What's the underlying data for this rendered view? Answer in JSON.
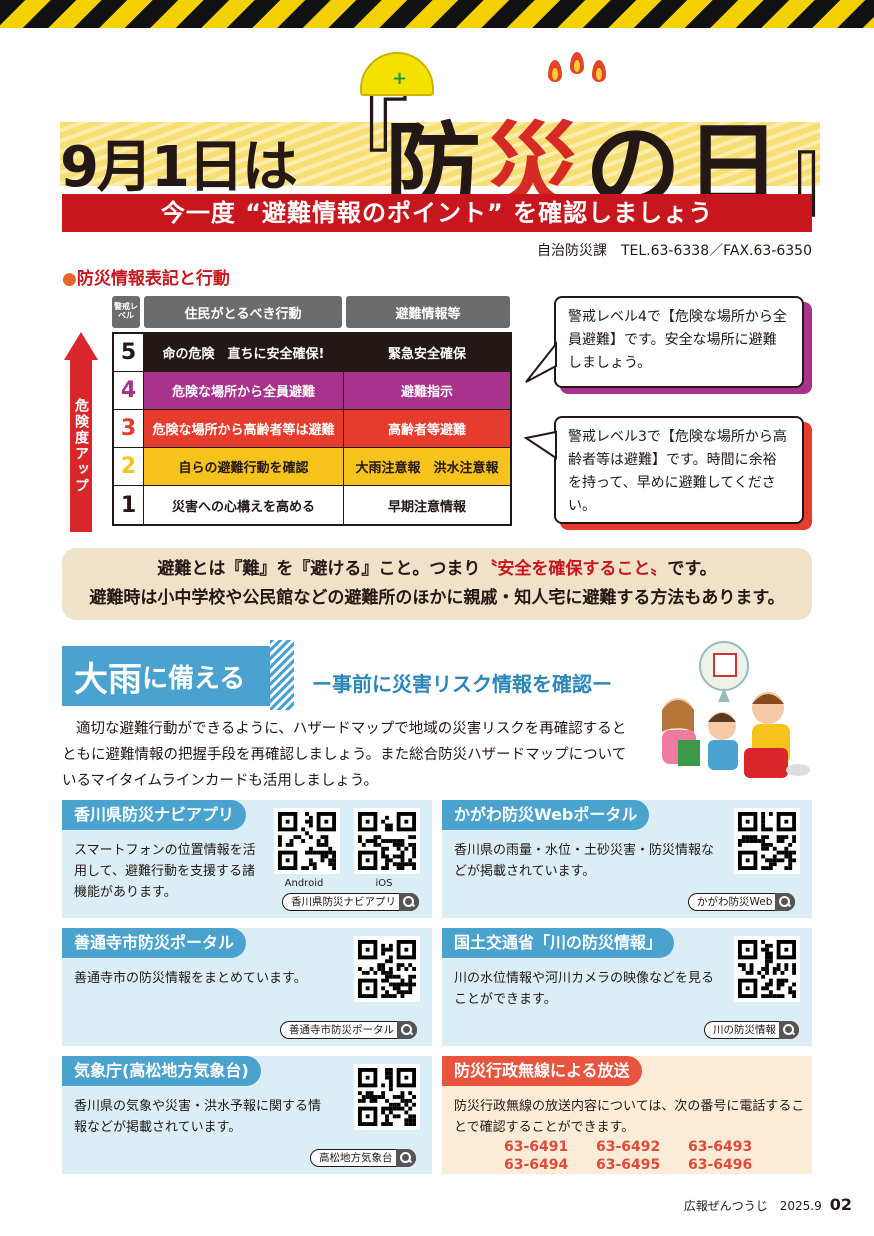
{
  "header": {
    "title_date": "9月1日は",
    "title_open_bracket": "『",
    "title_main_1": "防",
    "title_main_2": "災",
    "title_main_3": "の日",
    "title_close_bracket": "』",
    "subtitle": "今一度 “避難情報のポイント” を確認しましょう",
    "department": "自治防災課　TEL.63-6338／FAX.63-6350"
  },
  "levels_section": {
    "heading_dot": "●",
    "heading": "防災情報表記と行動",
    "col_level": "警戒レベル",
    "col_action": "住民がとるべき行動",
    "col_info": "避難情報等",
    "arrow_label": "危険度アップ",
    "rows": [
      {
        "level": "5",
        "action": "命の危険　直ちに安全確保!",
        "info": "緊急安全確保",
        "bg": "#231815",
        "fg": "#ffffff"
      },
      {
        "level": "4",
        "action": "危険な場所から全員避難",
        "info": "避難指示",
        "bg": "#a8328c",
        "fg": "#ffffff"
      },
      {
        "level": "3",
        "action": "危険な場所から高齢者等は避難",
        "info": "高齢者等避難",
        "bg": "#e53c2e",
        "fg": "#ffffff"
      },
      {
        "level": "2",
        "action": "自らの避難行動を確認",
        "info": "大雨注意報　洪水注意報",
        "bg": "#f6c31c",
        "fg": "#231815"
      },
      {
        "level": "1",
        "action": "災害への心構えを高める",
        "info": "早期注意情報",
        "bg": "#ffffff",
        "fg": "#231815"
      }
    ],
    "bubble_4": "警戒レベル4で【危険な場所から全員避難】です。安全な場所に避難しましょう。",
    "bubble_3": "警戒レベル3で【危険な場所から高齢者等は避難】です。時間に余裕を持って、早めに避難してください。"
  },
  "note": {
    "line1_a": "避難とは『難』を『避ける』こと。つまり",
    "line1_hl": "〝安全を確保すること〟",
    "line1_b": "です。",
    "line2": "避難時は小中学校や公民館などの避難所のほかに親戚・知人宅に避難する方法もあります。"
  },
  "heavy_rain": {
    "title_big": "大雨",
    "title_small": "に備える",
    "subtitle": "ー事前に災害リスク情報を確認ー",
    "intro": "適切な避難行動ができるように、ハザードマップで地域の災害リスクを再確認するとともに避難情報の把握手段を再確認しましょう。また総合防災ハザードマップについているマイタイムラインカードも活用しましょう。"
  },
  "cards": {
    "kagawa_app": {
      "title": "香川県防災ナビアプリ",
      "body": "スマートフォンの位置情報を活用して、避難行動を支援する諸機能があります。",
      "qr_label_1": "Android",
      "qr_label_2": "iOS",
      "search": "香川県防災ナビアプリ"
    },
    "kagawa_web": {
      "title": "かがわ防災Webポータル",
      "body": "香川県の雨量・水位・土砂災害・防災情報などが掲載されています。",
      "search": "かがわ防災Web"
    },
    "zentsuji": {
      "title": "善通寺市防災ポータル",
      "body": "善通寺市の防災情報をまとめています。",
      "search": "善通寺市防災ポータル"
    },
    "mlit": {
      "title": "国土交通省「川の防災情報」",
      "body": "川の水位情報や河川カメラの映像などを見ることができます。",
      "search": "川の防災情報"
    },
    "jma": {
      "title": "気象庁(高松地方気象台)",
      "body": "香川県の気象や災害・洪水予報に関する情報などが掲載されています。",
      "search": "高松地方気象台"
    },
    "radio": {
      "title": "防災行政無線による放送",
      "body": "防災行政無線の放送内容については、次の番号に電話することで確認することができます。",
      "phones": [
        "63-6491",
        "63-6492",
        "63-6493",
        "63-6494",
        "63-6495",
        "63-6496"
      ]
    }
  },
  "footer": {
    "publication": "広報ぜんつうじ　2025.9",
    "page": "02"
  }
}
